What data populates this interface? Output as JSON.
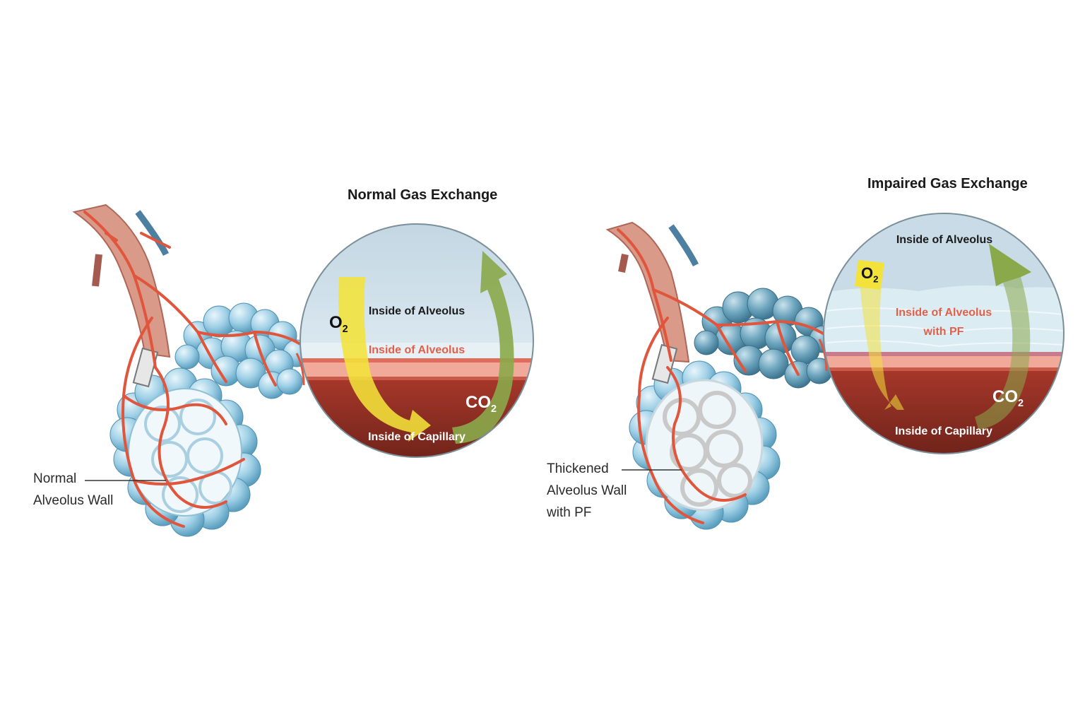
{
  "panels": {
    "normal": {
      "title": "Normal Gas Exchange",
      "side_label": [
        "Normal",
        "Alveolus Wall"
      ],
      "zone_top": "Inside of Alveolus",
      "zone_membrane": "Inside of Alveolus",
      "zone_bottom": "Inside of Capillary",
      "gas_o2": {
        "main": "O",
        "sub": "2"
      },
      "gas_co2": {
        "main": "CO",
        "sub": "2"
      }
    },
    "impaired": {
      "title": "Impaired Gas Exchange",
      "side_label": [
        "Thickened",
        "Alveolus Wall",
        "with PF"
      ],
      "zone_top": "Inside of Alveolus",
      "zone_thick": [
        "Inside of Alveolus",
        "with PF"
      ],
      "zone_bottom": "Inside of Capillary",
      "gas_o2": {
        "main": "O",
        "sub": "2"
      },
      "gas_co2": {
        "main": "CO",
        "sub": "2"
      }
    }
  },
  "colors": {
    "alveolus_sky": "#c9dbe6",
    "membrane": "#e3eef4",
    "tissue_pink": "#f1a99a",
    "capillary": "#8a2d22",
    "o2_arrow": "#f2e23a",
    "co2_arrow": "#8aa94a",
    "vessel_red": "#e0563c",
    "alveoli_blue": "#9fd0e6",
    "fibrosis": "#dcecf3"
  }
}
